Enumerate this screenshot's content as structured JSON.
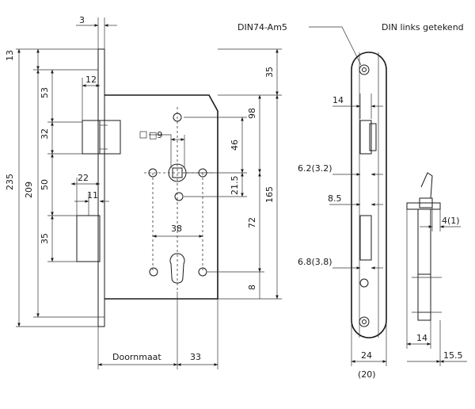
{
  "front_view": {
    "dims": {
      "plate_thickness": "3",
      "top_offset": "13",
      "latch_top": "53",
      "latch_depth": "12",
      "latch_height": "32",
      "bolt_width": "22",
      "bolt_depth": "11",
      "latch_to_bolt": "50",
      "bolt_height": "35",
      "overall_height": "235",
      "case_height": "209",
      "top_to_spindle": "35",
      "spindle_spacing": "98",
      "handle_to_spindle": "46",
      "spindle_to_aux": "21.5",
      "spindle_to_cylinder": "72",
      "case_total": "165",
      "cylinder_bottom": "8",
      "square_spindle": "□9",
      "hole_spacing": "38",
      "backset": "Doornmaat",
      "case_depth": "33"
    }
  },
  "faceplate_view": {
    "dims": {
      "standard": "DIN74-Am5",
      "top_width": "14",
      "latch_gap": "6.2(3.2)",
      "bolt_gap": "8.5",
      "bolt_lower_gap": "6.8(3.8)",
      "plate_width": "24",
      "plate_width_alt": "(20)"
    },
    "note": "DIN links getekend"
  },
  "side_view": {
    "dims": {
      "latch_projection": "4(1)",
      "bolt_width": "14",
      "total_depth": "15.5"
    }
  }
}
